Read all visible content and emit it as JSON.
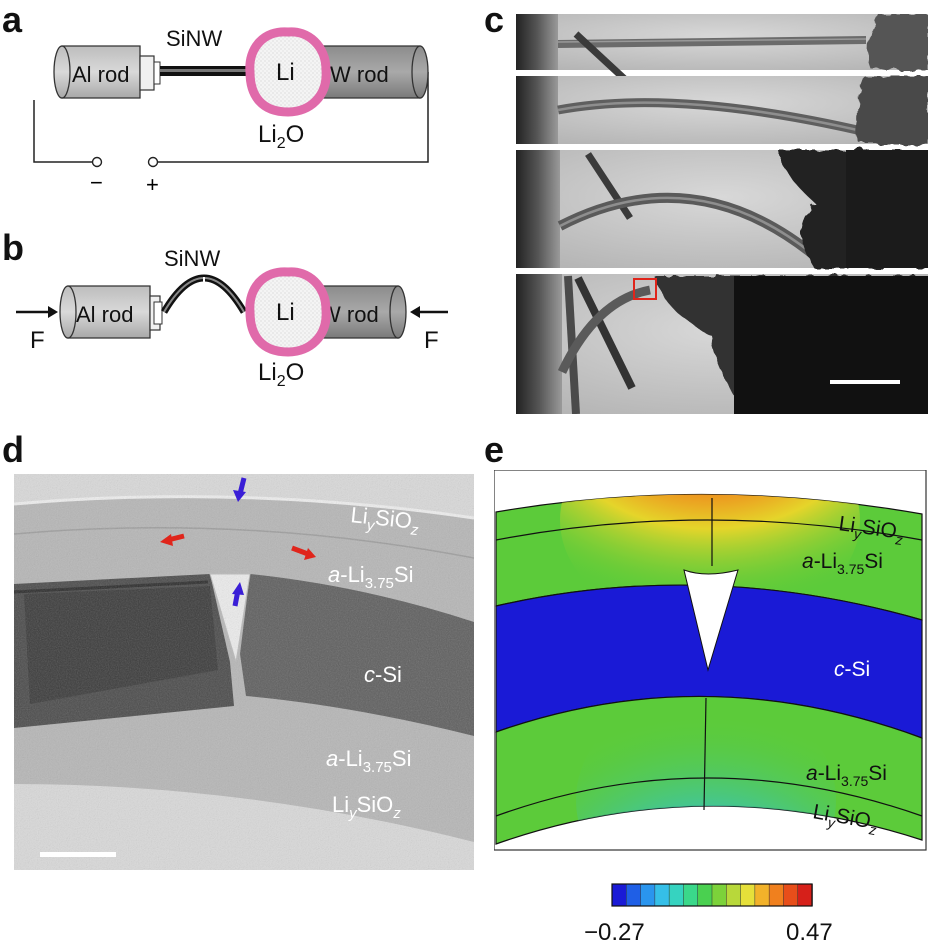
{
  "panels": {
    "a": {
      "letter": "a",
      "sinw_label": "SiNW",
      "al_rod_label": "Al rod",
      "li_label": "Li",
      "w_rod_label": "W rod",
      "li2o_main": "Li",
      "li2o_sub": "2",
      "li2o_tail": "O",
      "minus_label": "−",
      "plus_label": "+"
    },
    "b": {
      "letter": "b",
      "sinw_label": "SiNW",
      "al_rod_label": "Al rod",
      "li_label": "Li",
      "w_rod_label": "W rod",
      "li2o_main": "Li",
      "li2o_sub": "2",
      "li2o_tail": "O",
      "force_left": "F",
      "force_right": "F"
    },
    "c": {
      "letter": "c"
    },
    "d": {
      "letter": "d",
      "liysioz_top": {
        "li": "Li",
        "y": "y",
        "sio": "SiO",
        "z": "z"
      },
      "ali_top": {
        "pre": "a",
        "dash": "-Li",
        "sub": "3.75",
        "si": "Si"
      },
      "csi": {
        "pre": "c",
        "rest": "-Si"
      },
      "ali_bottom": {
        "pre": "a",
        "dash": "-Li",
        "sub": "3.75",
        "si": "Si"
      },
      "liysioz_bottom": {
        "li": "Li",
        "y": "y",
        "sio": "SiO",
        "z": "z"
      }
    },
    "e": {
      "letter": "e",
      "liysioz_top": {
        "li": "Li",
        "y": "y",
        "sio": "SiO",
        "z": "z"
      },
      "ali_top": {
        "pre": "a",
        "dash": "-Li",
        "sub": "3.75",
        "si": "Si"
      },
      "csi": {
        "pre": "c",
        "rest": "-Si"
      },
      "ali_bottom": {
        "pre": "a",
        "dash": "-Li",
        "sub": "3.75",
        "si": "Si"
      },
      "liysioz_bottom": {
        "li": "Li",
        "y": "y",
        "sio": "SiO",
        "z": "z"
      },
      "colorbar": {
        "min": "−0.27",
        "max": "0.47"
      }
    }
  },
  "colors": {
    "li2o_pink": "#e06aaa",
    "red_arrow": "#e0251b",
    "blue_arrow": "#3a1ed6",
    "roi_box": "#e0251b",
    "fe_tensile": "#e3301c",
    "fe_neutral": "#5ccb3a",
    "fe_compressive": "#1a1ad6"
  }
}
